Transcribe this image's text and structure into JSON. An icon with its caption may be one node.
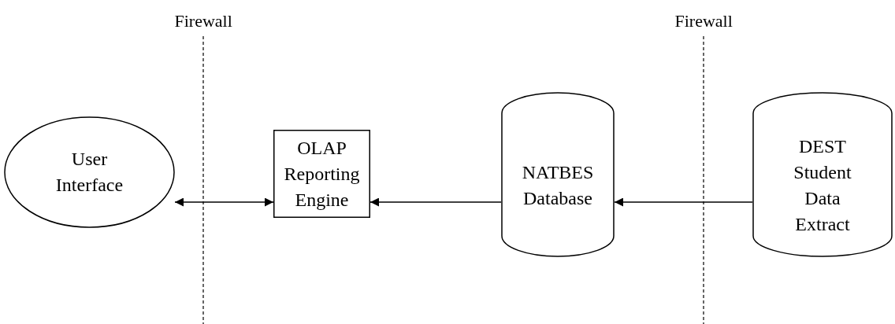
{
  "diagram": {
    "nodes": [
      {
        "text": [
          "User Interface"
        ]
      },
      {
        "text": [
          "OLAP Reporting Engine"
        ]
      },
      {
        "text": [
          "NATBES Database"
        ]
      },
      {
        "text": [
          "DEST Student Data Extract"
        ]
      }
    ],
    "edges": [
      {
        "from": 0,
        "to": 1,
        "arrow": "both"
      },
      {
        "from": 2,
        "to": 1,
        "arrow": "to"
      },
      {
        "from": 3,
        "to": 2,
        "arrow": "to"
      }
    ],
    "labels": [
      "Firewall",
      "Firewall"
    ]
  }
}
